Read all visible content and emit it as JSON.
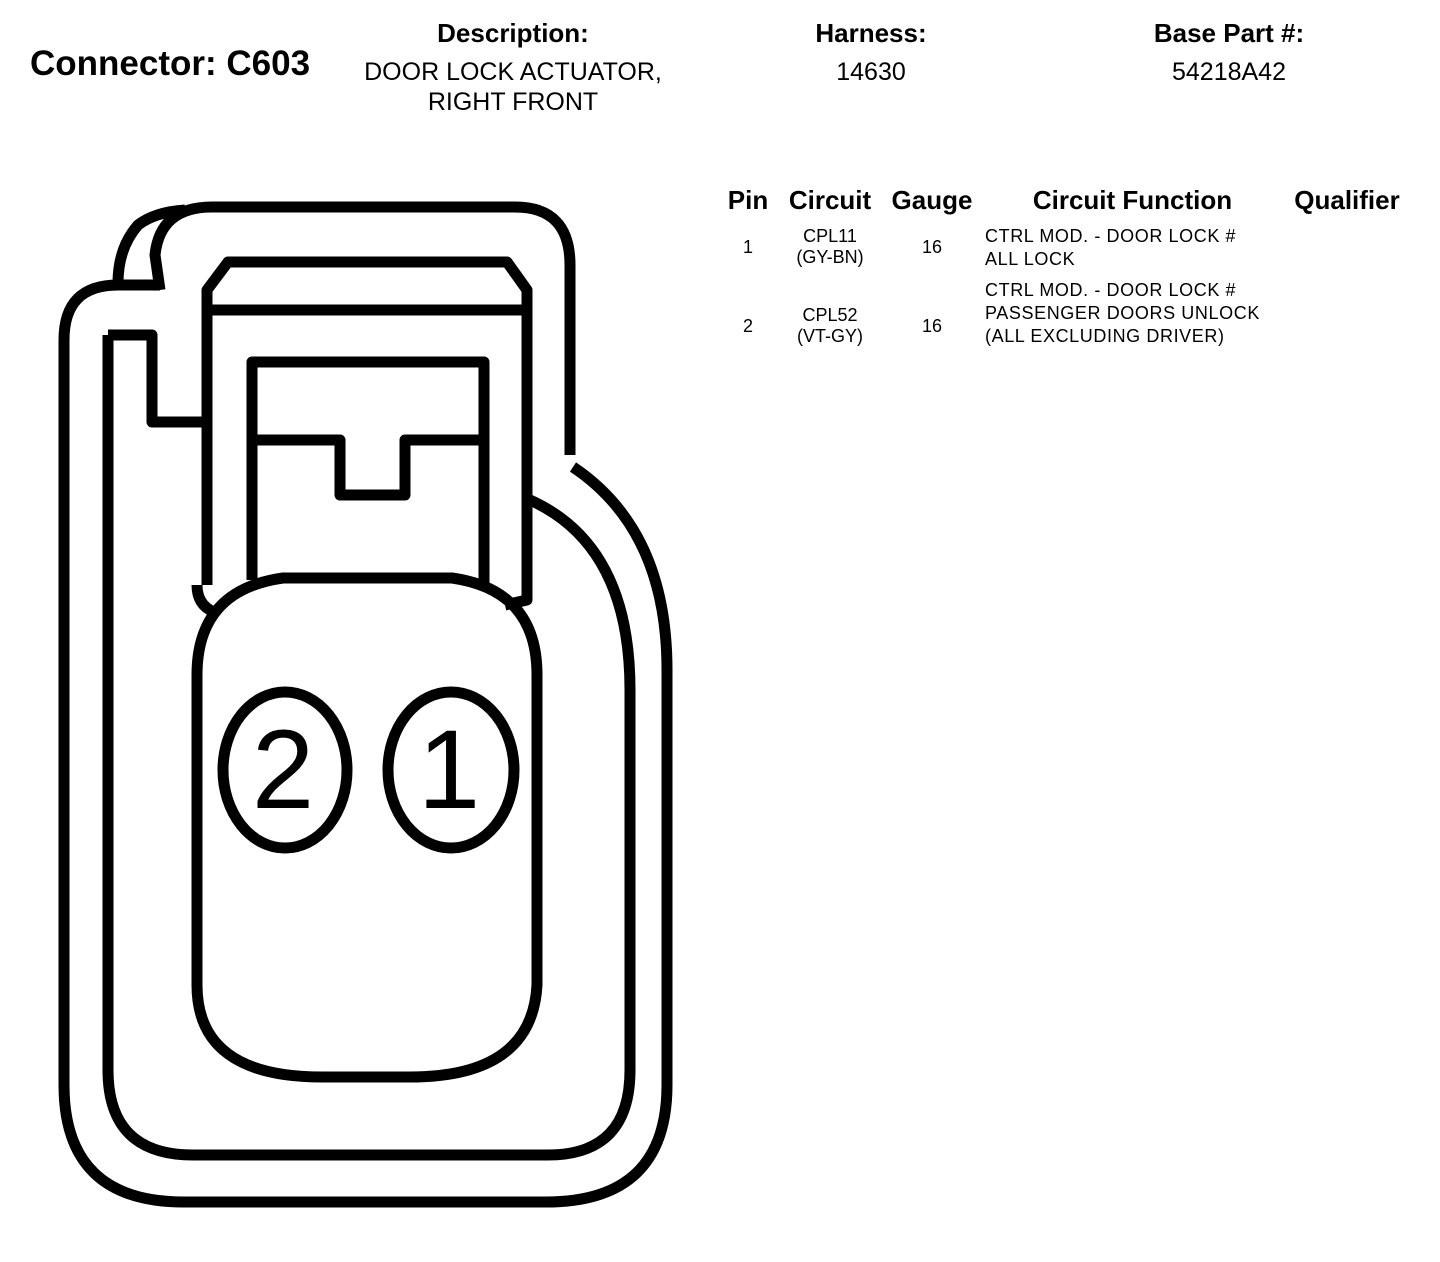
{
  "header": {
    "connector_title": "Connector: C603",
    "description_label": "Description:",
    "description_value": "DOOR LOCK ACTUATOR, RIGHT FRONT",
    "harness_label": "Harness:",
    "harness_value": "14630",
    "base_part_label": "Base Part #:",
    "base_part_value": "54218A42"
  },
  "table": {
    "headers": {
      "pin": "Pin",
      "circuit": "Circuit",
      "gauge": "Gauge",
      "function": "Circuit Function",
      "qualifier": "Qualifier"
    },
    "rows": [
      {
        "pin": "1",
        "circuit": "CPL11",
        "color": "(GY-BN)",
        "gauge": "16",
        "function": "CTRL MOD. - DOOR LOCK # ALL LOCK",
        "qualifier": ""
      },
      {
        "pin": "2",
        "circuit": "CPL52",
        "color": "(VT-GY)",
        "gauge": "16",
        "function": "CTRL MOD. - DOOR LOCK # PASSENGER DOORS UNLOCK (ALL EXCLUDING DRIVER)",
        "qualifier": ""
      }
    ]
  },
  "diagram": {
    "cavity_labels": [
      "2",
      "1"
    ]
  }
}
